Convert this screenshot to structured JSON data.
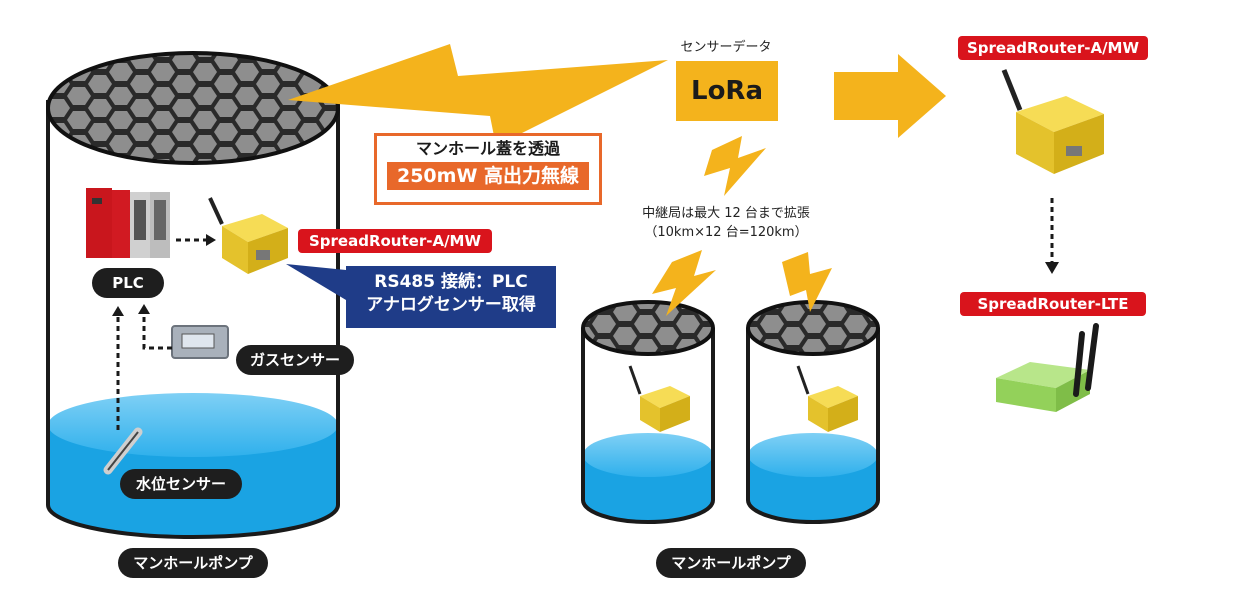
{
  "colors": {
    "bolt": "#f4b31c",
    "water": "#1aa3e3",
    "red_label": "#d9141c",
    "orange": "#e8682a",
    "navy": "#1f3c88",
    "router_yellow": "#f0d03a",
    "router_green": "#93d15a"
  },
  "lora": {
    "caption": "センサーデータ",
    "box": "LoRa"
  },
  "callout_penetration": {
    "line1": "マンホール蓋を透過",
    "line2": "250mW 高出力無線"
  },
  "relay_note": {
    "line1": "中継局は最大 12 台まで拡張",
    "line2": "（10km×12 台=120km）"
  },
  "left_pump": {
    "router_label": "SpreadRouter-A/MW",
    "plc_label": "PLC",
    "gas_sensor_label": "ガスセンサー",
    "water_sensor_label": "水位センサー",
    "rs485_line1": "RS485 接続：PLC",
    "rs485_line2": "アナログセンサー取得",
    "caption": "マンホールポンプ"
  },
  "relay_pumps": {
    "caption": "マンホールポンプ"
  },
  "right_side": {
    "router_top_label": "SpreadRouter-A/MW",
    "router_lte_label": "SpreadRouter-LTE"
  },
  "icons": [
    "lightning-bolt-icon",
    "arrow-right-icon",
    "arrow-down-icon",
    "antenna-icon",
    "plc-device-icon",
    "gas-sensor-icon",
    "water-level-sensor-icon"
  ]
}
